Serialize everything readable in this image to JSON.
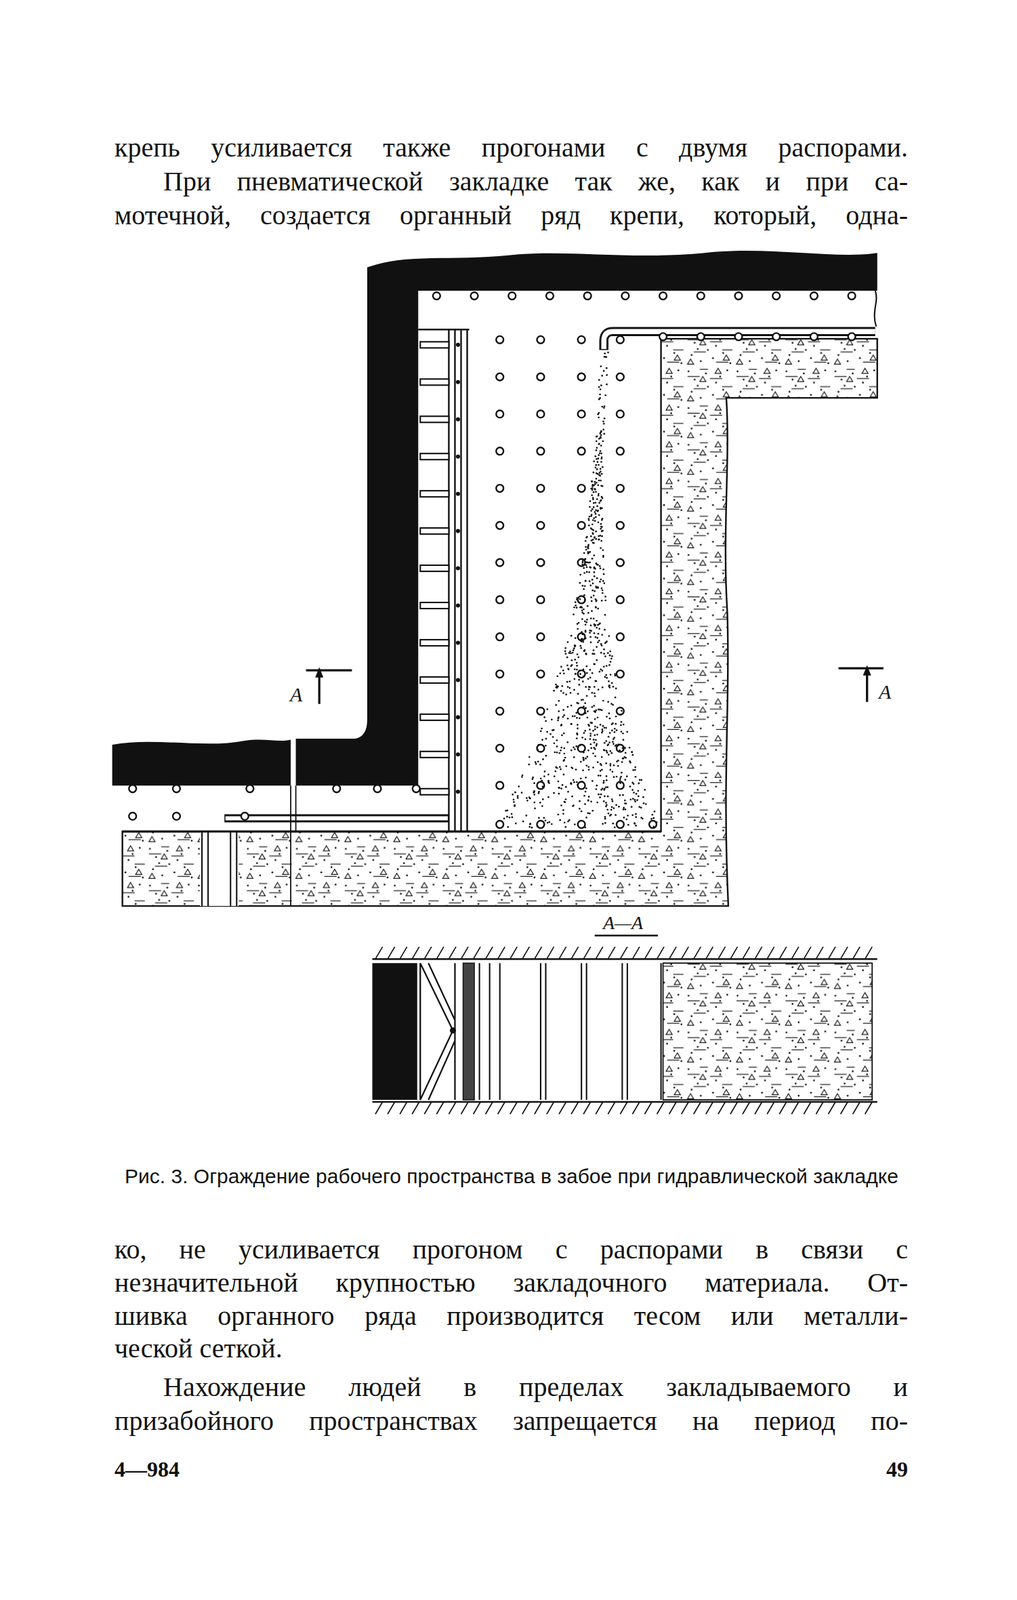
{
  "diagram": {
    "caption": "Рис. 3. Ограждение рабочего пространства в забое при гидравлической закладке",
    "labels": [
      "крепь усиливается также прогонами с двумя распорами.",
      "При пневматической закладке так же, как и при са-",
      "мотечной, создается органный ряд крепи, который, одна-",
      "ко, не усиливается прогоном с распорами в связи с",
      "незначительной крупностью закладочного материала. От-",
      "шивка органного ряда производится тесом или металли-",
      "ческой сеткой.",
      "Нахождение людей в пределах закладываемого и",
      "призабойного пространствах запрещается на период по-",
      "4—984",
      "49",
      "А",
      "А",
      "А—А"
    ]
  }
}
